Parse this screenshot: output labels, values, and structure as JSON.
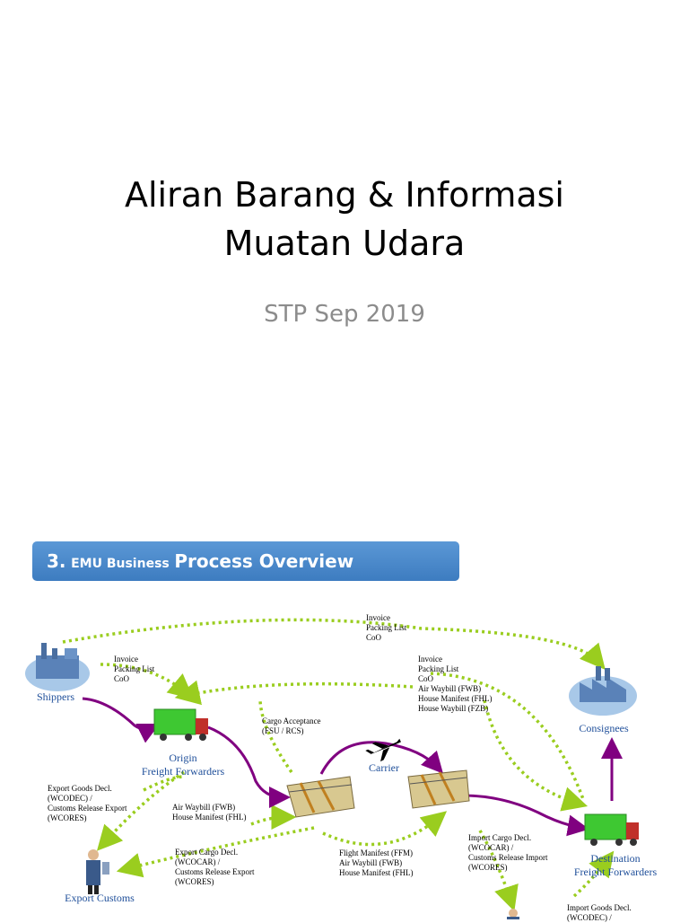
{
  "title_line1": "Aliran Barang & Informasi",
  "title_line2": "Muatan Udara",
  "subtitle": "STP Sep 2019",
  "banner": {
    "num": "3.",
    "small": "EMU Business",
    "big": "Process Overview"
  },
  "nodes": {
    "shippers": "Shippers",
    "origin_ff_1": "Origin",
    "origin_ff_2": "Freight Forwarders",
    "carrier": "Carrier",
    "consignees": "Consignees",
    "dest_ff_1": "Destination",
    "dest_ff_2": "Freight Forwarders",
    "export_customs": "Export Customs"
  },
  "labels": {
    "top_docs": [
      "Invoice",
      "Packing List",
      "CoO"
    ],
    "shipper_docs": [
      "Invoice",
      "Packing List",
      "CoO"
    ],
    "mid_docs": [
      "Invoice",
      "Packing List",
      "CoO",
      "Air Waybill (FWB)",
      "House Manifest (FHL)",
      "House Waybill (FZB)"
    ],
    "cargo_acceptance": [
      "Cargo Acceptance",
      "(FSU / RCS)"
    ],
    "export_goods": [
      "Export Goods Decl.",
      "(WCODEC) /",
      "Customs Release Export",
      "(WCORES)"
    ],
    "awb_origin": [
      "Air Waybill (FWB)",
      "House Manifest (FHL)"
    ],
    "export_cargo": [
      "Export Cargo Decl.",
      "(WCOCAR) /",
      "Customs Release Export",
      "(WCORES)"
    ],
    "flight_manifest": [
      "Flight Manifest (FFM)",
      "Air Waybill (FWB)",
      "House Manifest (FHL)"
    ],
    "import_cargo": [
      "Import Cargo Decl.",
      "(WCOCAR) /",
      "Customs Release Import",
      "(WCORES)"
    ],
    "import_goods": [
      "Import Goods Decl.",
      "(WCODEC) /"
    ]
  },
  "colors": {
    "dotted": "#9acd1f",
    "flow": "#800080",
    "truck": "#3ec832",
    "node_text": "#1f4f9a"
  }
}
